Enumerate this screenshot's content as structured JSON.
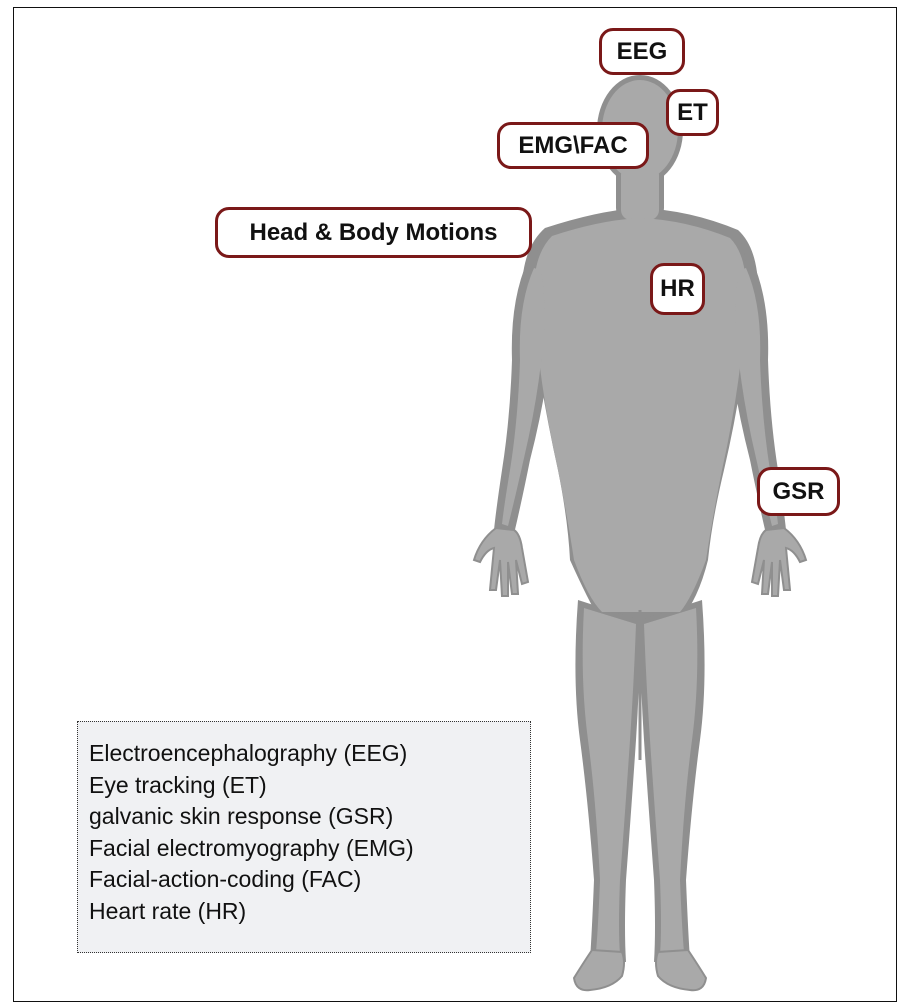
{
  "labels": {
    "eeg": "EEG",
    "et": "ET",
    "emg_fac": "EMG\\FAC",
    "head_body": "Head & Body Motions",
    "hr": "HR",
    "gsr": "GSR"
  },
  "legend": {
    "items": [
      "Electroencephalography (EEG)",
      "Eye tracking (ET)",
      "galvanic skin response (GSR)",
      "Facial electromyography (EMG)",
      "Facial-action-coding (FAC)",
      "Heart rate (HR)"
    ]
  },
  "colors": {
    "label_border": "#7a1818",
    "body_fill": "#a7a7a7",
    "body_shade": "#8f8f8f",
    "legend_bg": "#f0f1f3"
  }
}
